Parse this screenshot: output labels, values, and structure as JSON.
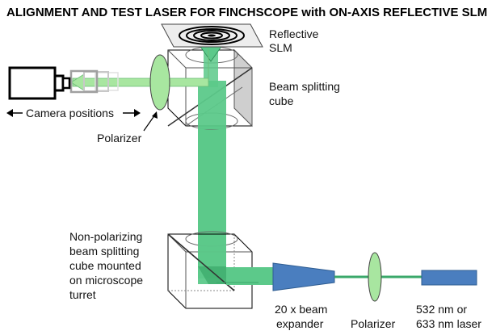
{
  "title": "ALIGNMENT AND TEST LASER FOR FINCHSCOPE with ON-AXIS REFLECTIVE SLM",
  "labels": {
    "slm_line1": "Reflective",
    "slm_line2": "SLM",
    "bs_line1": "Beam splitting",
    "bs_line2": "cube",
    "camera_positions": "Camera positions",
    "polarizer_top": "Polarizer",
    "np_line1": "Non-polarizing",
    "np_line2": "beam splitting",
    "np_line3": "cube mounted",
    "np_line4": "on microscope",
    "np_line5": "turret",
    "expander_line1": "20 x beam",
    "expander_line2": "expander",
    "polarizer_bottom": "Polarizer",
    "laser_line1": "532 nm or",
    "laser_line2": "633 nm laser"
  },
  "colors": {
    "beam": "#5cc98a",
    "beam_dark": "#3aa86a",
    "expander": "#4a7ebf",
    "polarizer": "#a8e6a0",
    "cube_face": "#d8d8d8",
    "ink": "#000000"
  },
  "icons": [
    "slm-icon",
    "camera-icon",
    "laser-icon",
    "beam-expander-icon",
    "polarizer-icon",
    "cube-icon",
    "arrow-icon"
  ]
}
